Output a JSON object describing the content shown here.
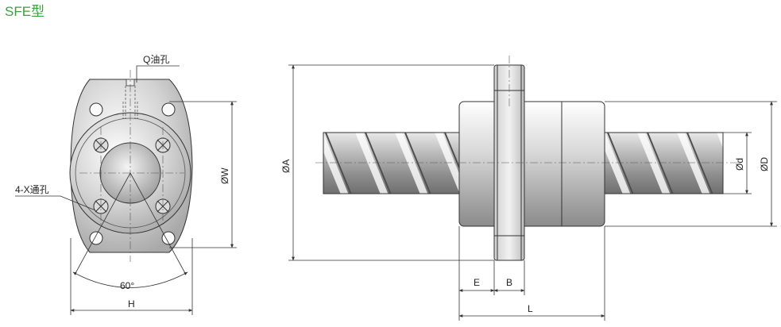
{
  "title": "SFE型",
  "front_view": {
    "oil_hole_label": "Q油孔",
    "mount_hole_label": "4-X通孔",
    "dia_w_label": "ØW",
    "angle_label": "60°",
    "width_label": "H"
  },
  "side_view": {
    "dia_a_label": "ØA",
    "dia_d_small_label": "Ød",
    "dia_d_large_label": "ØD",
    "e_label": "E",
    "b_label": "B",
    "l_label": "L"
  }
}
